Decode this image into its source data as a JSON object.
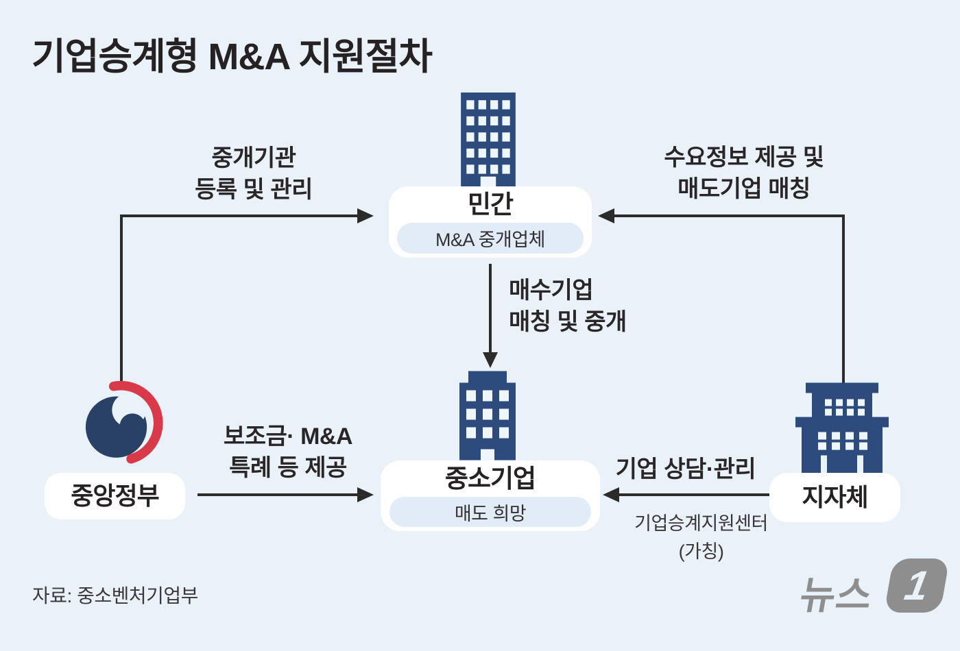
{
  "title": "기업승계형 M&A 지원절차",
  "source": "자료: 중소벤처기업부",
  "logo": {
    "wordmark": "뉴스",
    "numeral": "1"
  },
  "nodes": {
    "private": {
      "title": "민간",
      "subtitle": "M&A 중개업체"
    },
    "central_gov": {
      "title": "중앙정부"
    },
    "sme": {
      "title": "중소기업",
      "subtitle": "매도 희망"
    },
    "local_gov": {
      "title": "지자체"
    }
  },
  "arrows": {
    "register": {
      "line1": "중개기관",
      "line2": "등록 및 관리"
    },
    "demand_info": {
      "line1": "수요정보 제공 및",
      "line2": "매도기업 매칭"
    },
    "buyer_match": {
      "line1": "매수기업",
      "line2": "매칭 및 중개"
    },
    "subsidy": {
      "line1": "보조금· M&A",
      "line2": "특례 등 제공"
    },
    "consult": {
      "label": "기업 상담·관리",
      "note1": "기업승계지원센터",
      "note2": "(가칭)"
    }
  },
  "colors": {
    "background": "#e9f1f9",
    "building_navy": "#2d4b7d",
    "emblem_navy": "#2a4166",
    "emblem_red": "#d93a4a",
    "text_dark": "#262123",
    "arrow": "#2b2b2b",
    "card": "#ffffff",
    "pill": "#e2ecf6",
    "logo_gray": "#8e8e8e"
  }
}
